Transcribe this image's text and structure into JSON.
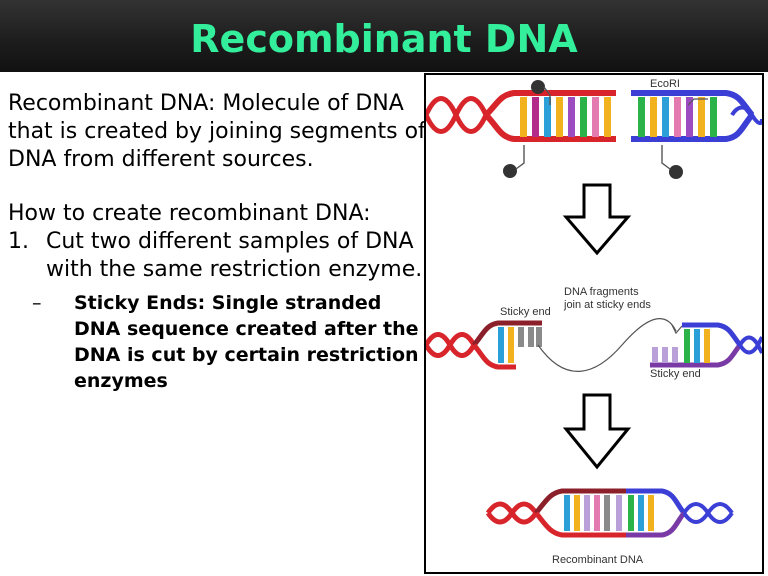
{
  "slide": {
    "title": "Recombinant DNA",
    "definition": "Recombinant DNA:  Molecule of DNA that is created by joining segments of DNA from different sources.",
    "how_to": "How to create recombinant DNA:",
    "steps": [
      {
        "number": "1.",
        "text": "Cut two different samples of DNA with the same restriction enzyme."
      }
    ],
    "sub_bullets": [
      {
        "marker": "–",
        "text": "Sticky Ends:  Single stranded DNA sequence created after the DNA is cut by certain restriction enzymes"
      }
    ]
  },
  "figure": {
    "labels": {
      "enzyme": "EcoRI",
      "sticky_end_left": "Sticky end",
      "join_line1": "DNA fragments",
      "join_line2": "join at sticky ends",
      "sticky_end_right": "Sticky end",
      "result": "Recombinant DNA"
    }
  },
  "colors": {
    "title_text": "#33ee9b",
    "title_bar": "#1c1c1c",
    "dna_red": "#d8242b",
    "dna_blue": "#3b3fd6",
    "dna_brown": "#8b1f2a",
    "dna_purple": "#7a3aa6"
  }
}
